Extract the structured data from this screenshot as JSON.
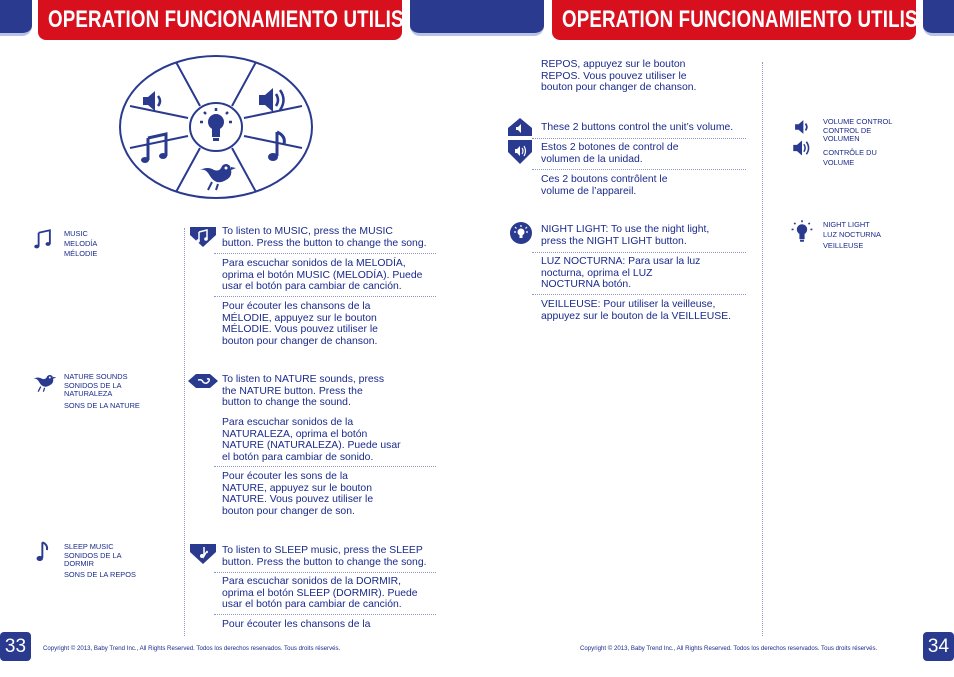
{
  "page_left": {
    "header_title": "OPERATION FUNCIONAMIENTO UTILISATION",
    "page_number": "33",
    "copyright": "Copyright © 2013, Baby Trend Inc., All Rights Reserved. Todos los derechos reservados. Tous droits réservés.",
    "sections": [
      {
        "icon": "music-note-double-icon",
        "labels": [
          "MUSIC",
          "MELODÍA",
          "MÉLODIE"
        ],
        "paragraphs": [
          "To listen to MUSIC, press the MUSIC\nbutton. Press the button to change the song.",
          "Para escuchar sonidos de la MELODÍA,\noprima el botón MUSIC (MELODÍA). Puede\nusar el botón para cambiar de canción.",
          "Pour écouter les chansons de la\nMÉLODIE, appuyez sur le bouton\nMÉLODIE. Vous pouvez utiliser le\nbouton pour changer de chanson."
        ]
      },
      {
        "icon": "bird-icon",
        "labels": [
          "NATURE SOUNDS",
          "SONIDOS DE LA\nNATURALEZA",
          "SONS DE LA NATURE"
        ],
        "paragraphs": [
          "To listen to NATURE sounds, press\nthe NATURE button. Press the\nbutton to change the sound.",
          "Para escuchar sonidos de la\nNATURALEZA, oprima el botón\nNATURE (NATURALEZA). Puede usar\nel botón para cambiar de sonido.",
          "Pour écouter les sons de la\nNATURE, appuyez sur le bouton\nNATURE. Vous pouvez utiliser le\nbouton pour changer de son."
        ]
      },
      {
        "icon": "music-note-single-icon",
        "labels": [
          "SLEEP MUSIC",
          "SONIDOS DE LA\nDORMIR",
          "SONS DE LA REPOS"
        ],
        "paragraphs": [
          "To listen to SLEEP music, press the SLEEP\nbutton. Press the button to change the song.",
          "Para escuchar sonidos de la DORMIR,\noprima el botón SLEEP (DORMIR). Puede\nusar el botón para cambiar de canción.",
          "Pour écouter les chansons de la"
        ]
      }
    ]
  },
  "page_right": {
    "header_title": "OPERATION FUNCIONAMIENTO UTILISATION",
    "page_number": "34",
    "copyright": "Copyright © 2013, Baby Trend Inc., All Rights Reserved. Todos los derechos reservados. Tous droits réservés.",
    "continuation": "REPOS, appuyez sur le bouton\nREPOS. Vous pouvez utiliser le\nbouton pour changer de chanson.",
    "volume": {
      "labels": [
        "VOLUME CONTROL",
        "CONTROL DE\nVOLUMEN",
        "CONTRÔLE DU\nVOLUME"
      ],
      "paragraphs": [
        "These 2 buttons control the unit’s volume.",
        "Estos 2 botones de control de\nvolumen de la unidad.",
        "Ces 2 boutons contrôlent le\nvolume de l’appareil."
      ]
    },
    "night_light": {
      "labels": [
        "NIGHT LIGHT",
        "LUZ NOCTURNA",
        "VEILLEUSE"
      ],
      "paragraphs": [
        "NIGHT LIGHT: To use the night light,\npress the NIGHT LIGHT button.",
        "LUZ NOCTURNA: Para usar la luz\nnocturna, oprima el LUZ\nNOCTURNA botón.",
        "VEILLEUSE: Pour utiliser la veilleuse,\nappuyez sur le bouton de la VEILLEUSE."
      ]
    }
  },
  "colors": {
    "navy": "#2a3a8f",
    "red": "#d8101e",
    "text": "#1a2a8a"
  }
}
